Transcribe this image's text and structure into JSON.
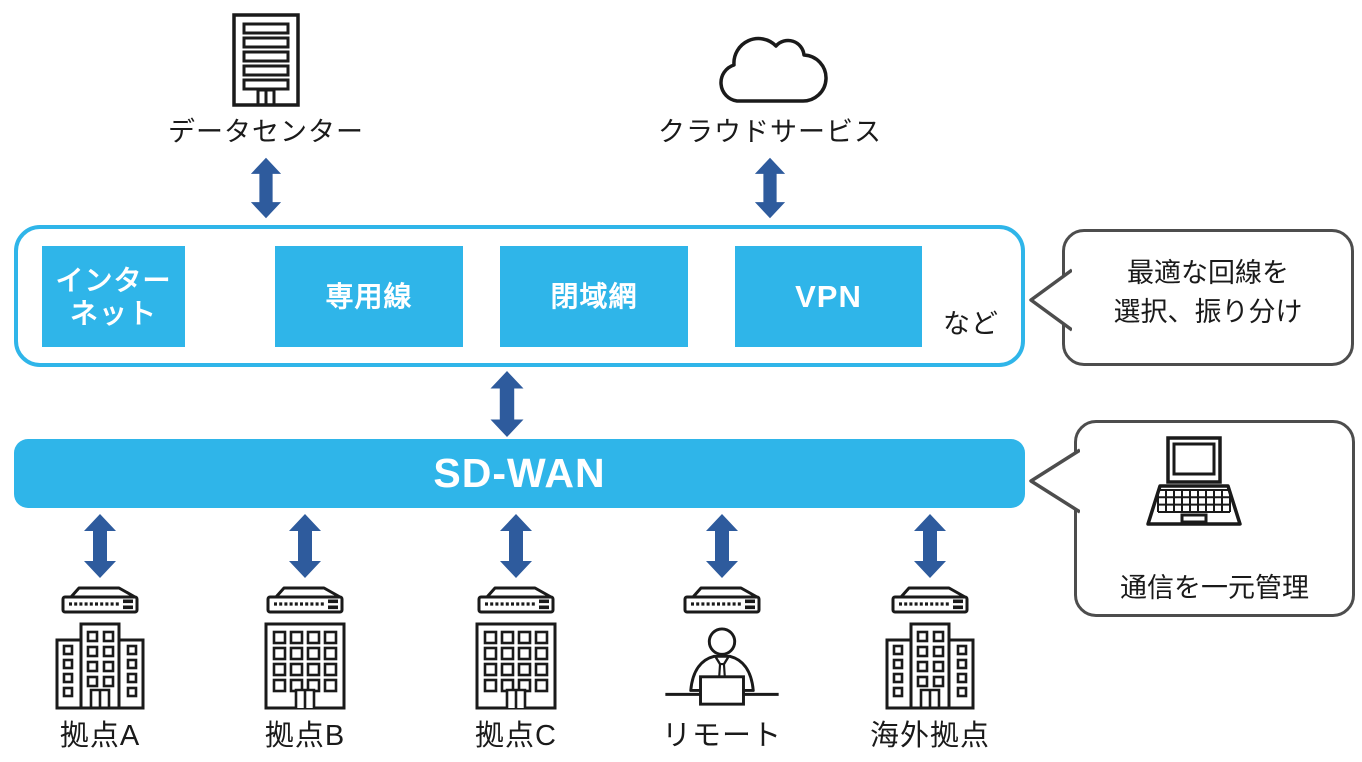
{
  "palette": {
    "cyan": "#2FB5E9",
    "arrow_blue": "#2E5B9D",
    "bubble_border": "#4D4D4D",
    "ink": "#1A1A1A"
  },
  "top_nodes": [
    {
      "id": "datacenter",
      "label": "データセンター",
      "icon": "datacenter-building-icon"
    },
    {
      "id": "cloud",
      "label": "クラウドサービス",
      "icon": "cloud-icon"
    }
  ],
  "line_band": {
    "items": [
      {
        "label": "インター\nネット"
      },
      {
        "label": "専用線"
      },
      {
        "label": "閉域網"
      },
      {
        "label": "VPN"
      }
    ],
    "etc_label": "など"
  },
  "sdwan": {
    "label": "SD-WAN"
  },
  "callouts": {
    "line_selection": {
      "lines": [
        "最適な回線を",
        "選択、振り分け"
      ]
    },
    "management": {
      "label": "通信を一元管理",
      "icon": "laptop-icon"
    }
  },
  "edge_device_icon": "router-icon",
  "sites": [
    {
      "label": "拠点A",
      "icon": "office-building-wings-icon"
    },
    {
      "label": "拠点B",
      "icon": "office-building-icon"
    },
    {
      "label": "拠点C",
      "icon": "office-building-icon"
    },
    {
      "label": "リモート",
      "icon": "remote-worker-icon"
    },
    {
      "label": "海外拠点",
      "icon": "office-building-wings-icon"
    }
  ]
}
